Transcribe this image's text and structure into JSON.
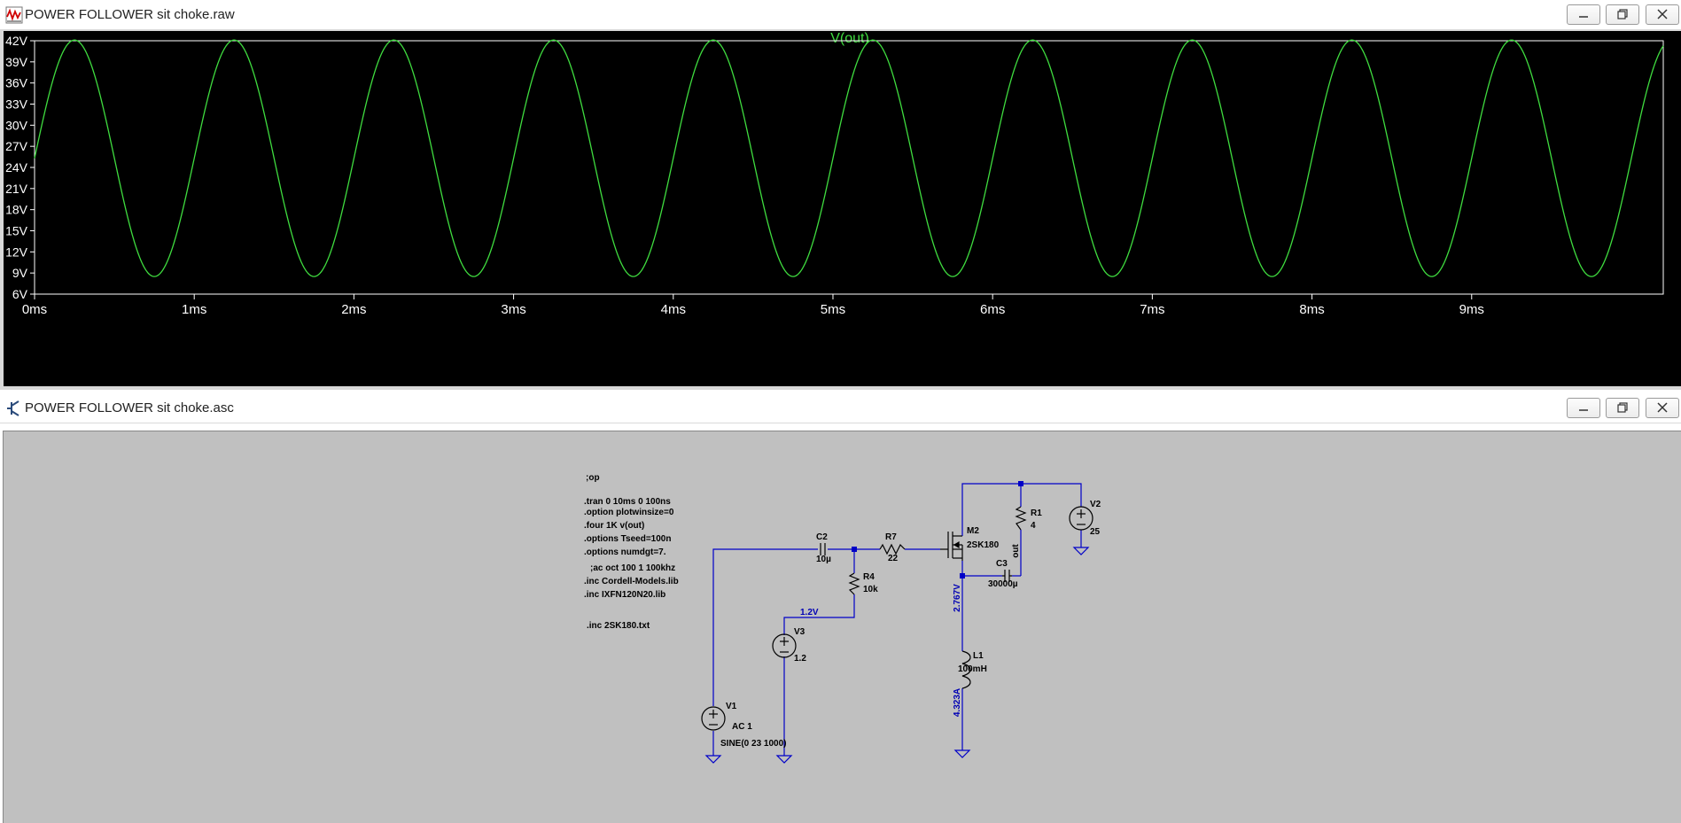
{
  "raw_window": {
    "title": "POWER FOLLOWER sit choke.raw",
    "icon": "waveform-icon"
  },
  "asc_window": {
    "title": "POWER FOLLOWER sit choke.asc",
    "icon": "transistor-icon"
  },
  "window_controls": {
    "minimize": "minimize-icon",
    "maximize": "maximize-icon",
    "close": "close-icon"
  },
  "chart_data": {
    "type": "line",
    "title": "V(out)",
    "xlabel": "",
    "ylabel": "",
    "x_ticks": [
      "0ms",
      "1ms",
      "2ms",
      "3ms",
      "4ms",
      "5ms",
      "6ms",
      "7ms",
      "8ms",
      "9ms"
    ],
    "y_ticks": [
      "42V",
      "39V",
      "36V",
      "33V",
      "30V",
      "27V",
      "24V",
      "21V",
      "18V",
      "15V",
      "12V",
      "9V",
      "6V"
    ],
    "xlim": [
      0,
      10.2
    ],
    "ylim": [
      6,
      42
    ],
    "x_unit": "ms",
    "y_unit": "V",
    "grid": false,
    "series": [
      {
        "name": "V(out)",
        "color": "#3fdc3f",
        "offset": 25.3,
        "amplitude": 16.8,
        "frequency_hz": 1000,
        "phase_deg": 0
      }
    ],
    "background": "#000000",
    "axis_color": "#ffffff"
  },
  "schematic": {
    "directives": [
      ";op",
      ".tran 0 10ms 0 100ns",
      ".option plotwinsize=0",
      ".four 1K v(out)",
      ".options Tseed=100n",
      ".options numdgt=7.",
      ";ac oct 100 1 100khz",
      ".inc Cordell-Models.lib",
      ".inc IXFN120N20.lib",
      ".inc 2SK180.txt"
    ],
    "components": {
      "c2": {
        "name": "C2",
        "value": "10µ"
      },
      "r7": {
        "name": "R7",
        "value": "22"
      },
      "r4": {
        "name": "R4",
        "value": "10k"
      },
      "m2": {
        "name": "M2",
        "value": "2SK180"
      },
      "r1": {
        "name": "R1",
        "value": "4"
      },
      "v2": {
        "name": "V2",
        "value": "25"
      },
      "c3": {
        "name": "C3",
        "value": "30000µ"
      },
      "v3": {
        "name": "V3",
        "value": "1.2"
      },
      "l1": {
        "name": "L1",
        "value": "100mH"
      },
      "v1": {
        "name": "V1",
        "value": "AC 1",
        "value2": "SINE(0 23 1000)"
      }
    },
    "labels": {
      "net_out": "out",
      "bias_voltage": "1.2V",
      "source_voltage": "2.767V",
      "inductor_current": "4.323A"
    },
    "wire_color": "#0000c8",
    "component_color": "#000000",
    "annotation_color": "#0000b4"
  }
}
